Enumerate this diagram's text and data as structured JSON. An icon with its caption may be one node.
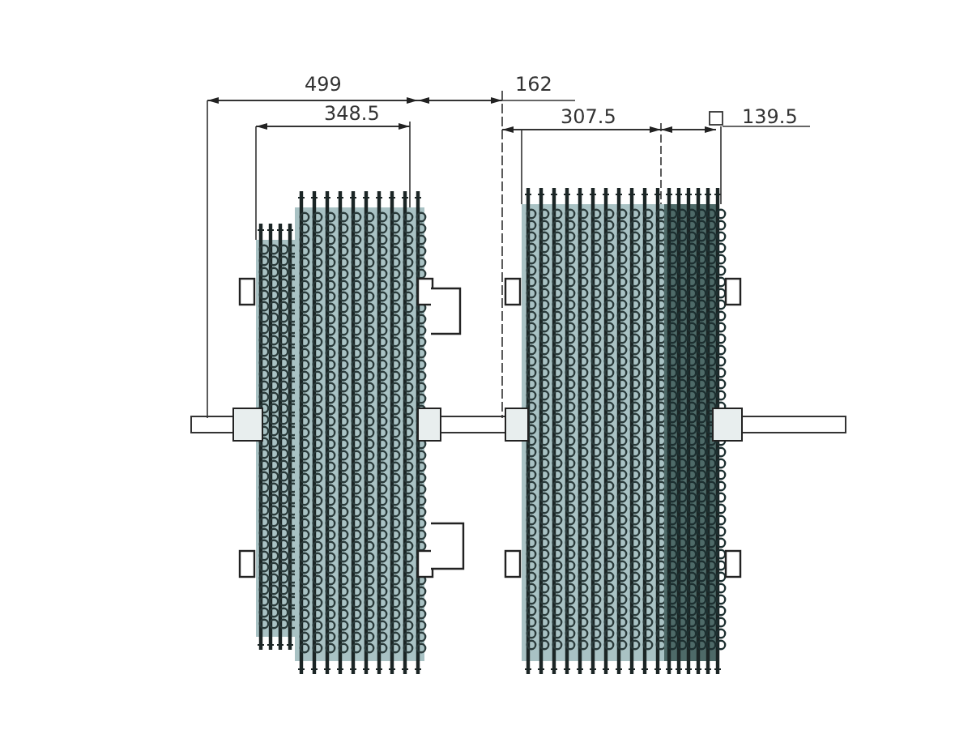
{
  "diagram": {
    "labels": [
      "499",
      "162",
      "348.5",
      "307.5",
      "139.5"
    ]
  }
}
